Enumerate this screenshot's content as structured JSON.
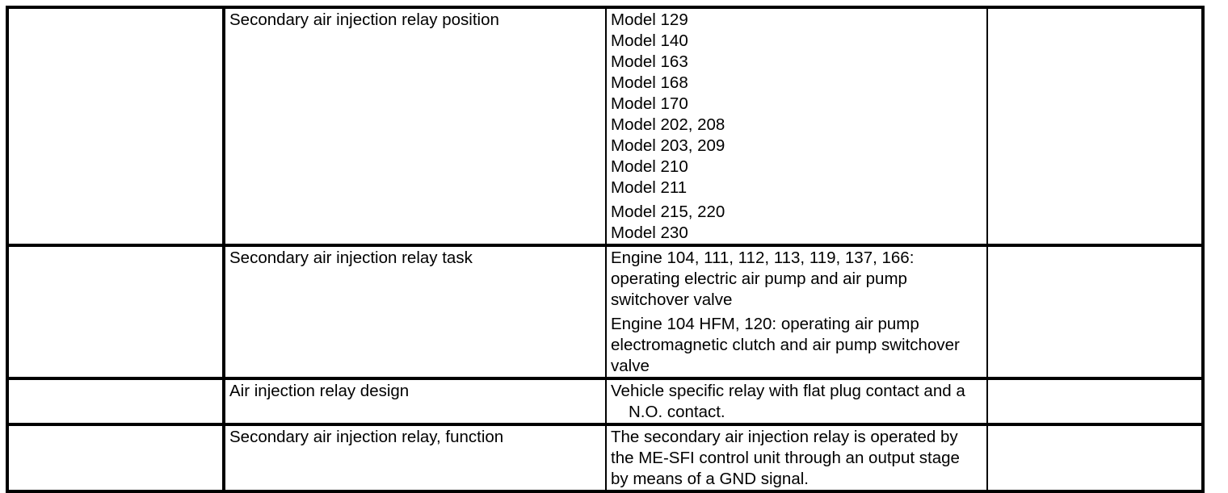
{
  "document": {
    "type": "specification-table",
    "columns": 4,
    "rows": 4
  },
  "table": {
    "rows": [
      {
        "col1": "",
        "col2": "Secondary air injection relay position",
        "col3_lines": [
          "Model 129",
          "Model 140",
          "Model 163",
          "Model 168",
          "Model 170",
          "Model 202, 208",
          "Model 203, 209",
          "Model 210",
          "Model 211",
          "Model 215, 220",
          "Model 230"
        ],
        "col4": ""
      },
      {
        "col1": "",
        "col2": "Secondary air injection relay task",
        "col3_lines": [
          "Engine 104, 111, 112, 113, 119, 137, 166:",
          "operating electric air pump and air pump",
          "switchover valve",
          "Engine 104 HFM, 120: operating air pump",
          "electromagnetic clutch and air pump switchover",
          "valve"
        ],
        "col4": ""
      },
      {
        "col1": "",
        "col2": "Air injection relay design",
        "col3_lines": [
          "Vehicle specific relay with flat plug contact and a",
          "N.O. contact."
        ],
        "col4": ""
      },
      {
        "col1": "",
        "col2": "Secondary air injection relay, function",
        "col3_lines": [
          "The secondary air injection relay is operated by",
          "the ME-SFI control unit through an output stage",
          "by means of a GND signal."
        ],
        "col4": ""
      }
    ]
  },
  "style": {
    "text_color": "#000000",
    "border_color": "#000000",
    "background": "#ffffff"
  }
}
